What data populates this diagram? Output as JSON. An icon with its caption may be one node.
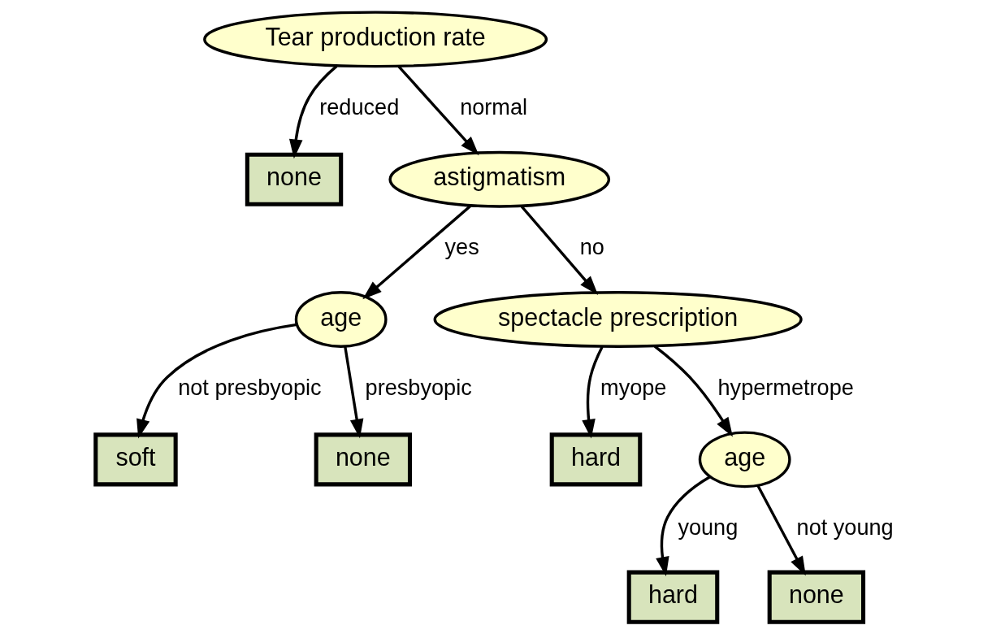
{
  "diagram": {
    "nodes": [
      {
        "text": [
          "Tear production rate"
        ]
      },
      {
        "text": [
          "none"
        ]
      },
      {
        "text": [
          "astigmatism"
        ]
      },
      {
        "text": [
          "age"
        ]
      },
      {
        "text": [
          "spectacle prescription"
        ]
      },
      {
        "text": [
          "soft"
        ]
      },
      {
        "text": [
          "none"
        ]
      },
      {
        "text": [
          "hard"
        ]
      },
      {
        "text": [
          "age"
        ]
      },
      {
        "text": [
          "hard"
        ]
      },
      {
        "text": [
          "none"
        ]
      }
    ],
    "edges": [
      {
        "from": 0,
        "to": 1,
        "arrow": "to",
        "label": "reduced"
      },
      {
        "from": 0,
        "to": 2,
        "arrow": "to",
        "label": "normal"
      },
      {
        "from": 2,
        "to": 3,
        "arrow": "to",
        "label": "yes"
      },
      {
        "from": 2,
        "to": 4,
        "arrow": "to",
        "label": "no"
      },
      {
        "from": 3,
        "to": 5,
        "arrow": "to",
        "label": "not presbyopic"
      },
      {
        "from": 3,
        "to": 6,
        "arrow": "to",
        "label": "presbyopic"
      },
      {
        "from": 4,
        "to": 7,
        "arrow": "to",
        "label": "myope"
      },
      {
        "from": 4,
        "to": 8,
        "arrow": "to",
        "label": "hypermetrope"
      },
      {
        "from": 8,
        "to": 9,
        "arrow": "to",
        "label": "young"
      },
      {
        "from": 8,
        "to": 10,
        "arrow": "to",
        "label": "not young"
      }
    ]
  }
}
